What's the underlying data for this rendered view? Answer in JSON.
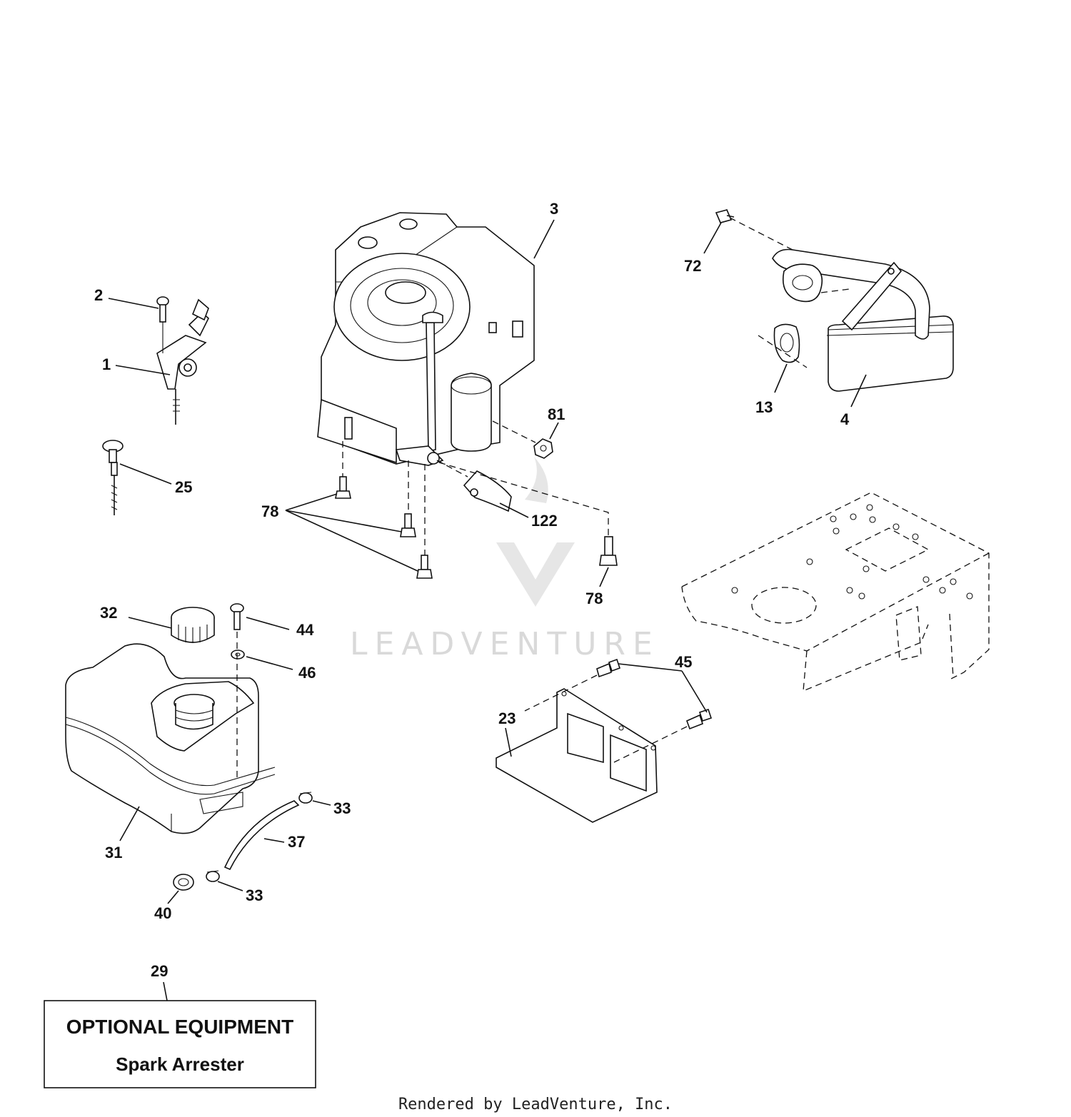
{
  "callouts": [
    "1",
    "2",
    "3",
    "4",
    "13",
    "23",
    "25",
    "29",
    "31",
    "32",
    "33",
    "33",
    "37",
    "40",
    "44",
    "45",
    "46",
    "72",
    "78",
    "78",
    "81",
    "122"
  ],
  "optional_box": {
    "title": "OPTIONAL EQUIPMENT",
    "subtitle": "Spark Arrester"
  },
  "watermark": {
    "brand": "LEADVENTURE"
  },
  "footer": "Rendered by LeadVenture, Inc."
}
